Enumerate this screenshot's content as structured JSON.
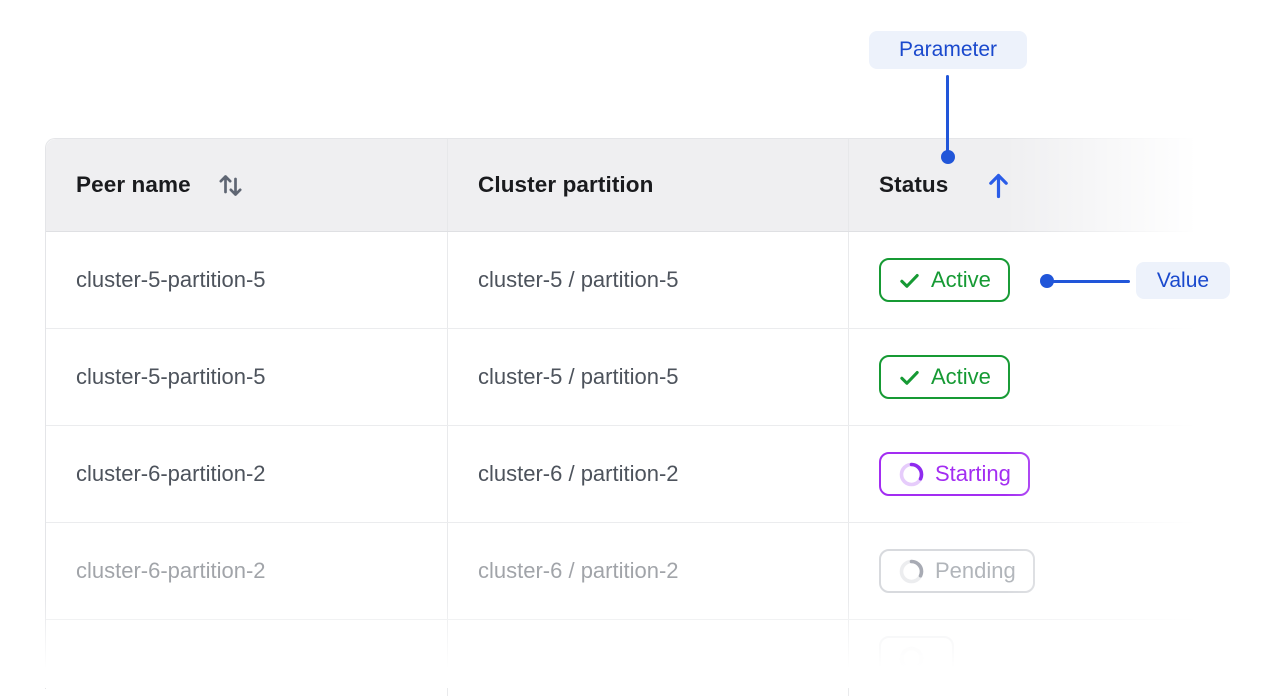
{
  "callouts": {
    "parameter_label": "Parameter",
    "value_label": "Value"
  },
  "table": {
    "columns": [
      {
        "label": "Peer name",
        "sort": "sortable"
      },
      {
        "label": "Cluster partition",
        "sort": "none"
      },
      {
        "label": "Status",
        "sort": "ascending"
      }
    ],
    "rows": [
      {
        "peer_name": "cluster-5-partition-5",
        "cluster_partition": "cluster-5 / partition-5",
        "status": {
          "label": "Active",
          "state": "active"
        }
      },
      {
        "peer_name": "cluster-5-partition-5",
        "cluster_partition": "cluster-5 / partition-5",
        "status": {
          "label": "Active",
          "state": "active"
        }
      },
      {
        "peer_name": "cluster-6-partition-2",
        "cluster_partition": "cluster-6 / partition-2",
        "status": {
          "label": "Starting",
          "state": "starting"
        }
      },
      {
        "peer_name": "cluster-6-partition-2",
        "cluster_partition": "cluster-6 / partition-2",
        "status": {
          "label": "Pending",
          "state": "pending"
        }
      },
      {
        "peer_name": "",
        "cluster_partition": "",
        "status": {
          "label": "",
          "state": "pending"
        }
      }
    ]
  },
  "colors": {
    "accent_blue": "#2156d9",
    "callout_text_blue": "#1a49cd",
    "callout_bg": "#edf2fb",
    "sort_arrow_blue": "#2a5ce8",
    "status_active_green": "#169a34",
    "status_starting_purple": "#a32df2",
    "status_starting_ring": "#e6ccfb",
    "status_pending_gray": "#6b727d",
    "header_bg": "#efeff1"
  }
}
